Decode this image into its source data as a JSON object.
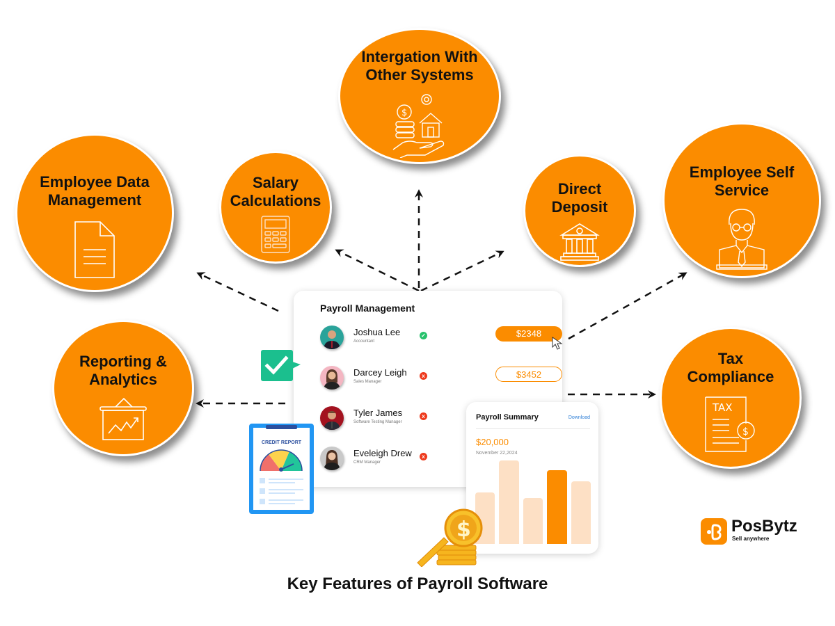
{
  "title": "Key Features of Payroll Software",
  "brand": {
    "name": "PosBytz",
    "tagline": "Sell anywhere",
    "color": "#fb8c00"
  },
  "features": [
    {
      "id": "employee-data-management",
      "label_lines": [
        "Employee Data",
        "Management"
      ],
      "icon": "document-icon"
    },
    {
      "id": "salary-calculations",
      "label_lines": [
        "Salary",
        "Calculations"
      ],
      "icon": "calculator-icon"
    },
    {
      "id": "integration",
      "label_lines": [
        "Intergation With",
        "Other Systems"
      ],
      "icon": "integration-icon"
    },
    {
      "id": "direct-deposit",
      "label_lines": [
        "Direct",
        "Deposit"
      ],
      "icon": "bank-icon"
    },
    {
      "id": "employee-self-service",
      "label_lines": [
        "Employee Self",
        "Service"
      ],
      "icon": "employee-icon"
    },
    {
      "id": "reporting-analytics",
      "label_lines": [
        "Reporting &",
        "Analytics"
      ],
      "icon": "presentation-chart-icon"
    },
    {
      "id": "tax-compliance",
      "label_lines": [
        "Tax",
        "Compliance"
      ],
      "icon": "tax-document-icon",
      "icon_text": "TAX"
    }
  ],
  "payroll_management": {
    "title": "Payroll Management",
    "employees": [
      {
        "name": "Joshua Lee",
        "role": "Accountant",
        "status": "approved",
        "status_glyph": "✓",
        "amount": "$2348",
        "highlighted": true
      },
      {
        "name": "Darcey Leigh",
        "role": "Sales Manager",
        "status": "rejected",
        "status_glyph": "x",
        "amount": "$3452",
        "highlighted": false
      },
      {
        "name": "Tyler James",
        "role": "Software Testing Manager",
        "status": "rejected",
        "status_glyph": "x"
      },
      {
        "name": "Eveleigh Drew",
        "role": "CRM Manager",
        "status": "rejected",
        "status_glyph": "x"
      }
    ]
  },
  "payroll_summary": {
    "title": "Payroll Summary",
    "download_label": "Download",
    "amount": "$20,000",
    "date": "November 22,2024",
    "bars": [
      0.62,
      1.0,
      0.55,
      0.88,
      0.75
    ],
    "highlight_index": 3,
    "bar_color": "#fde0c5",
    "highlight_color": "#fb8c00"
  },
  "credit_report": {
    "title": "CREDIT REPORT"
  }
}
